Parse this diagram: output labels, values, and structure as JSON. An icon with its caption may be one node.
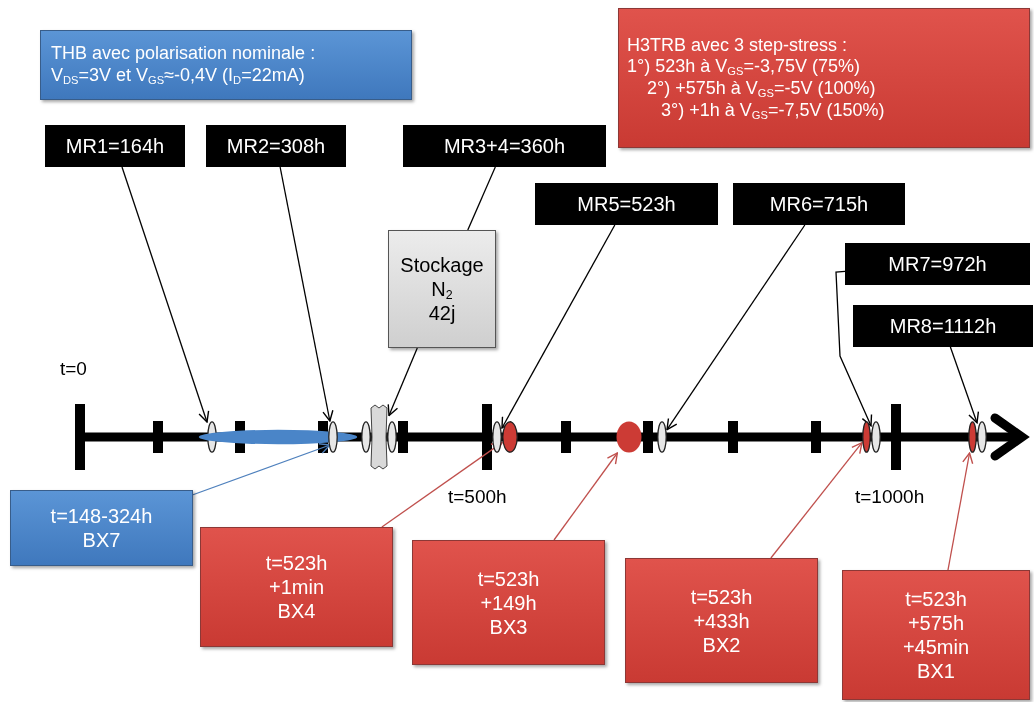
{
  "diagram": {
    "nodes": [
      {
        "text": [
          "THB avec polarisation nominale :",
          "V$_{DS}$=3V et V$_{GS}$≈-0,4V (I$_{D}$=22mA)"
        ]
      },
      {
        "text": [
          "H3TRB avec 3 step-stress :",
          "1°) 523h à V$_{GS}$=-3,75V (75%)",
          "2°) +575h à V$_{GS}$=-5V (100%)",
          "3°) +1h à V$_{GS}$=-7,5V (150%)"
        ]
      },
      {
        "text": [
          "MR1=164h"
        ]
      },
      {
        "text": [
          "MR2=308h"
        ]
      },
      {
        "text": [
          "MR3+4=360h"
        ]
      },
      {
        "text": [
          "Stockage",
          "N$_{2}$",
          "42j"
        ]
      },
      {
        "text": [
          "MR5=523h"
        ]
      },
      {
        "text": [
          "MR6=715h"
        ]
      },
      {
        "text": [
          "MR7=972h"
        ]
      },
      {
        "text": [
          "MR8=1112h"
        ]
      },
      {
        "text": [],
        "shape": "ellipse"
      },
      {
        "text": [],
        "shape": "ellipse"
      },
      {
        "text": [],
        "shape": "ellipse"
      },
      {
        "text": [],
        "shape": "ellipse"
      },
      {
        "text": [],
        "shape": "box"
      },
      {
        "text": [],
        "shape": "ellipse"
      },
      {
        "text": [],
        "shape": "ellipse"
      },
      {
        "text": [],
        "shape": "ellipse"
      },
      {
        "text": [],
        "shape": "circle"
      },
      {
        "text": [],
        "shape": "ellipse"
      },
      {
        "text": [],
        "shape": "ellipse"
      },
      {
        "text": [],
        "shape": "ellipse"
      },
      {
        "text": [],
        "shape": "ellipse"
      },
      {
        "text": [],
        "shape": "ellipse"
      },
      {
        "text": [
          "t=148-324h BX7"
        ]
      },
      {
        "text": [
          "t=523h +1min BX4"
        ]
      },
      {
        "text": [
          "t=523h +149h BX3"
        ]
      },
      {
        "text": [
          "t=523h +433h BX2"
        ]
      },
      {
        "text": [
          "t=523h +575h +45min BX1"
        ]
      }
    ],
    "edges": [
      {
        "from": 2,
        "to": 10,
        "arrow": "to"
      },
      {
        "from": 3,
        "to": 12,
        "arrow": "to"
      },
      {
        "from": 4,
        "to": 5,
        "arrow": "none"
      },
      {
        "from": 5,
        "to": 14,
        "arrow": "to"
      },
      {
        "from": 6,
        "to": 16,
        "arrow": "to"
      },
      {
        "from": 7,
        "to": 19,
        "arrow": "to"
      },
      {
        "from": 8,
        "to": 21,
        "arrow": "to"
      },
      {
        "from": 9,
        "to": 23,
        "arrow": "to"
      },
      {
        "from": 24,
        "to": 11,
        "arrow": "to",
        "color": "#4f81bd"
      },
      {
        "from": 25,
        "to": 17,
        "arrow": "to",
        "color": "#c0504d"
      },
      {
        "from": 26,
        "to": 18,
        "arrow": "to",
        "color": "#c0504d"
      },
      {
        "from": 27,
        "to": 20,
        "arrow": "to",
        "color": "#c0504d"
      },
      {
        "from": 28,
        "to": 22,
        "arrow": "to",
        "color": "#c0504d"
      }
    ],
    "labels": [
      "t=0",
      "t=500h",
      "t=1000h"
    ]
  }
}
